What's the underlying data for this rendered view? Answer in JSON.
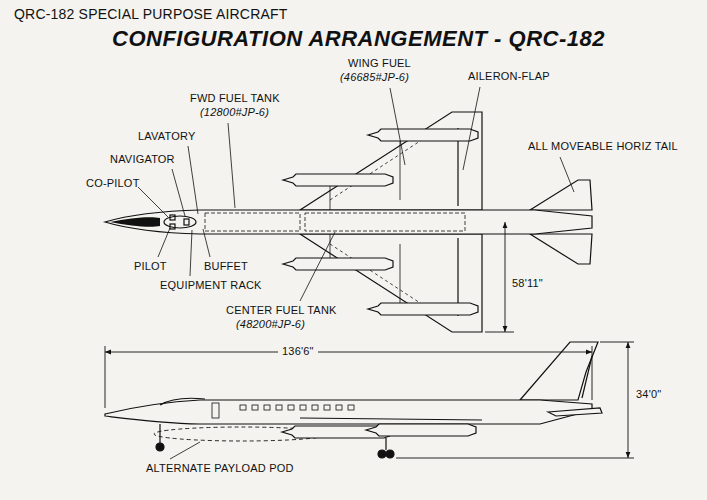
{
  "diagram": {
    "title": "CONFIGURATION ARRANGEMENT - QRC-182",
    "labels": [
      "QRC-182 SPECIAL PURPOSE AIRCRAFT",
      "WING FUEL",
      "(46685#JP-6)",
      "AILERON-FLAP",
      "FWD FUEL TANK",
      "(12800#JP-6)",
      "ALL MOVEABLE HORIZ TAIL",
      "LAVATORY",
      "NAVIGATOR",
      "CO-PILOT",
      "PILOT",
      "BUFFET",
      "EQUIPMENT RACK",
      "CENTER FUEL TANK",
      "(48200#JP-6)",
      "58'11\"",
      "136'6\"",
      "34'0\"",
      "ALTERNATE PAYLOAD POD"
    ]
  }
}
